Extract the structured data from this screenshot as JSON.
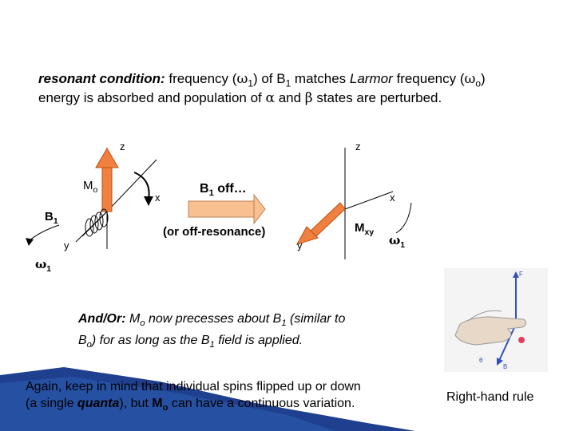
{
  "heading": {
    "resonant_label": "resonant condition:",
    "line1_a": " frequency (",
    "omega1": "ω",
    "sub1": "1",
    "line1_b": ") of B",
    "sub_b1": "1",
    "line1_c": " matches ",
    "larmor": "Larmor",
    "line1_d": " frequency (",
    "omega0": "ω",
    "sub0": "o",
    "line1_e": ")",
    "line2_a": "energy is absorbed and population of ",
    "alpha": "α",
    "line2_b": " and ",
    "beta": "β",
    "line2_c": " states are perturbed."
  },
  "left_diagram": {
    "z": "z",
    "x": "x",
    "y": "y",
    "m0": "M",
    "m0_sub": "o",
    "b1": "B",
    "b1_sub": "1",
    "omega": "ω",
    "omega_sub": "1"
  },
  "middle": {
    "b1_off": "B",
    "b1_off_sub": "1",
    "off_text": " off…",
    "off_resonance": "(or off-resonance)"
  },
  "right_diagram": {
    "z": "z",
    "x": "x",
    "y": "y",
    "mxy": "M",
    "mxy_sub": "xy",
    "omega": "ω",
    "omega_sub": "1"
  },
  "paragraph1": {
    "lead": "And/Or:",
    "t1": "  M",
    "t1_sub": "o",
    "t2": " now precesses about B",
    "t2_sub": "1",
    "t3": " (similar to",
    "t4": "B",
    "t4_sub": "o",
    "t5": ") for as long as the B",
    "t5_sub": "1",
    "t6": " field is applied."
  },
  "paragraph2": {
    "t1": "Again, keep in mind that individual spins flipped up or down",
    "t2": "(a single ",
    "quanta": "quanta",
    "t3": "), but ",
    "m0": "M",
    "m0_sub": "o",
    "t4": " can have a continuous variation."
  },
  "hand": {
    "caption": "Right-hand rule",
    "f_label": "F",
    "b_label": "B",
    "theta": "θ"
  },
  "colors": {
    "arrow_orange": "#f08040",
    "arrow_fill_light": "#f8c090",
    "band_blue": "#1f3f8f",
    "omega_circle": "#e04060"
  }
}
